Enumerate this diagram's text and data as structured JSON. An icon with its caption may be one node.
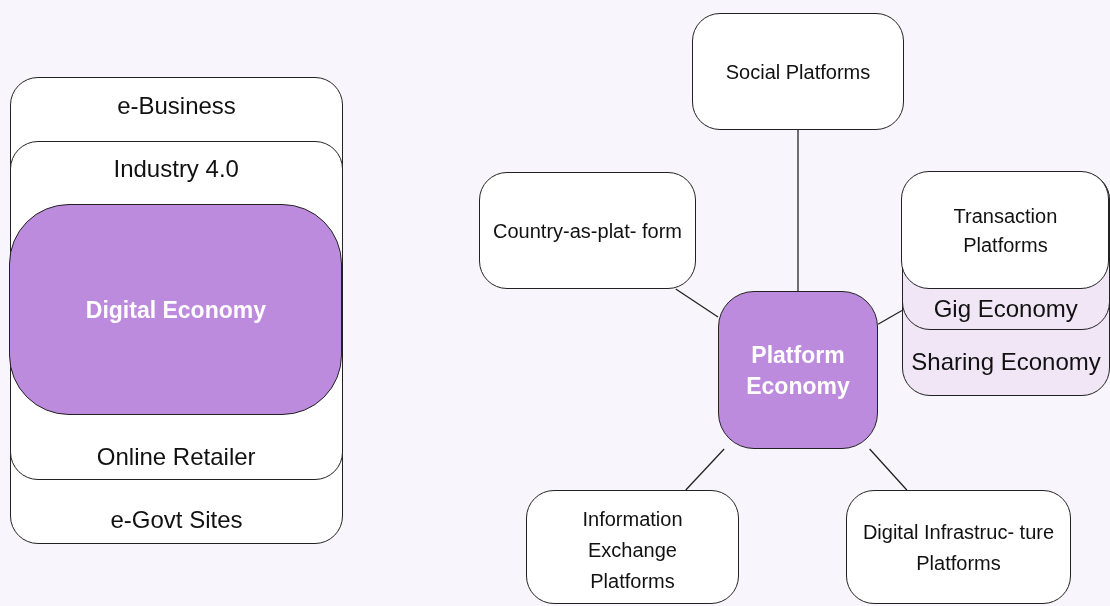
{
  "diagram": {
    "nodes": [
      {
        "text": [
          "e-Business",
          "e-Govt Sites"
        ]
      },
      {
        "text": [
          "Industry 4.0",
          "Online Retailer"
        ],
        "in": 0
      },
      {
        "text": [
          "Digital Economy"
        ],
        "in": 1
      },
      {
        "text": [
          "Social Platforms"
        ]
      },
      {
        "text": [
          "Country-as-plat- form"
        ]
      },
      {
        "text": [
          "Sharing Economy"
        ]
      },
      {
        "text": [
          "Gig Economy"
        ],
        "in": 5
      },
      {
        "text": [
          "Transaction Platforms"
        ],
        "in": 6
      },
      {
        "text": [
          "Platform Economy"
        ]
      },
      {
        "text": [
          "Information Exchange Platforms"
        ]
      },
      {
        "text": [
          "Digital Infrastruc- ture Platforms"
        ]
      }
    ],
    "edges": [
      {
        "from": 8,
        "to": 3,
        "arrow": "none"
      },
      {
        "from": 8,
        "to": 4,
        "arrow": "none"
      },
      {
        "from": 8,
        "to": 6,
        "arrow": "none"
      },
      {
        "from": 8,
        "to": 9,
        "arrow": "none"
      },
      {
        "from": 8,
        "to": 10,
        "arrow": "none"
      }
    ]
  }
}
